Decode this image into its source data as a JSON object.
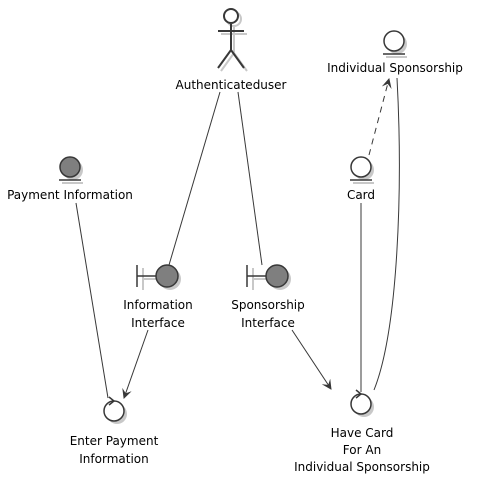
{
  "diagram": {
    "type": "robustness-diagram",
    "actor": {
      "label": "Authenticateduser"
    },
    "entities": {
      "payment_information": {
        "label": "Payment Information"
      },
      "individual_sponsorship": {
        "label": "Individual Sponsorship"
      },
      "card": {
        "label": "Card"
      }
    },
    "boundaries": {
      "information_interface": {
        "label_line1": "Information",
        "label_line2": "Interface"
      },
      "sponsorship_interface": {
        "label_line1": "Sponsorship",
        "label_line2": "Interface"
      }
    },
    "controls": {
      "enter_payment_information": {
        "label_line1": "Enter Payment",
        "label_line2": "Information"
      },
      "have_card": {
        "label_line1": "Have Card",
        "label_line2": "For An",
        "label_line3": "Individual Sponsorship"
      }
    },
    "colors": {
      "line": "#383838",
      "filled_node": "#7f7f7f",
      "hollow_node": "#ffffff",
      "shadow": "#c8c8c8"
    }
  }
}
